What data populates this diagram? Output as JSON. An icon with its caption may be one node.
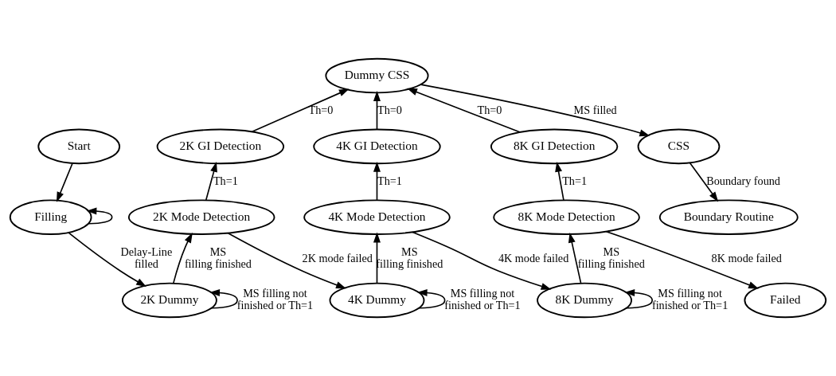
{
  "diagram": {
    "nodes": [
      {
        "text": [
          "Start"
        ]
      },
      {
        "text": [
          "Filling"
        ]
      },
      {
        "text": [
          "2K Dummy"
        ]
      },
      {
        "text": [
          "2K Mode Detection"
        ]
      },
      {
        "text": [
          "2K GI Detection"
        ]
      },
      {
        "text": [
          "4K Dummy"
        ]
      },
      {
        "text": [
          "4K Mode Detection"
        ]
      },
      {
        "text": [
          "4K GI Detection"
        ]
      },
      {
        "text": [
          "8K Dummy"
        ]
      },
      {
        "text": [
          "8K Mode Detection"
        ]
      },
      {
        "text": [
          "8K GI Detection"
        ]
      },
      {
        "text": [
          "Failed"
        ]
      },
      {
        "text": [
          "Dummy CSS"
        ]
      },
      {
        "text": [
          "CSS"
        ]
      },
      {
        "text": [
          "Boundary Routine"
        ]
      }
    ],
    "edges": [
      {
        "from": 0,
        "to": 1,
        "arrow": "to"
      },
      {
        "from": 1,
        "to": 1,
        "arrow": "to"
      },
      {
        "from": 1,
        "to": 2,
        "arrow": "to",
        "label": "Delay-Line filled"
      },
      {
        "from": 2,
        "to": 2,
        "arrow": "to",
        "label": "MS filling not finished or Th=1"
      },
      {
        "from": 2,
        "to": 3,
        "arrow": "to",
        "label": "MS filling finished"
      },
      {
        "from": 3,
        "to": 4,
        "arrow": "to",
        "label": "Th=1"
      },
      {
        "from": 3,
        "to": 5,
        "arrow": "to",
        "label": "2K mode failed"
      },
      {
        "from": 4,
        "to": 12,
        "arrow": "to",
        "label": "Th=0"
      },
      {
        "from": 5,
        "to": 5,
        "arrow": "to",
        "label": "MS filling not finished or Th=1"
      },
      {
        "from": 5,
        "to": 6,
        "arrow": "to",
        "label": "MS filling finished"
      },
      {
        "from": 6,
        "to": 7,
        "arrow": "to",
        "label": "Th=1"
      },
      {
        "from": 6,
        "to": 8,
        "arrow": "to",
        "label": "4K mode failed"
      },
      {
        "from": 7,
        "to": 12,
        "arrow": "to",
        "label": "Th=0"
      },
      {
        "from": 8,
        "to": 8,
        "arrow": "to",
        "label": "MS filling not finished or Th=1"
      },
      {
        "from": 8,
        "to": 9,
        "arrow": "to",
        "label": "MS filling finished"
      },
      {
        "from": 9,
        "to": 10,
        "arrow": "to",
        "label": "Th=1"
      },
      {
        "from": 9,
        "to": 11,
        "arrow": "to",
        "label": "8K mode failed"
      },
      {
        "from": 10,
        "to": 12,
        "arrow": "to",
        "label": "Th=0"
      },
      {
        "from": 12,
        "to": 13,
        "arrow": "to",
        "label": "MS filled"
      },
      {
        "from": 13,
        "to": 14,
        "arrow": "to",
        "label": "Boundary found"
      }
    ]
  }
}
